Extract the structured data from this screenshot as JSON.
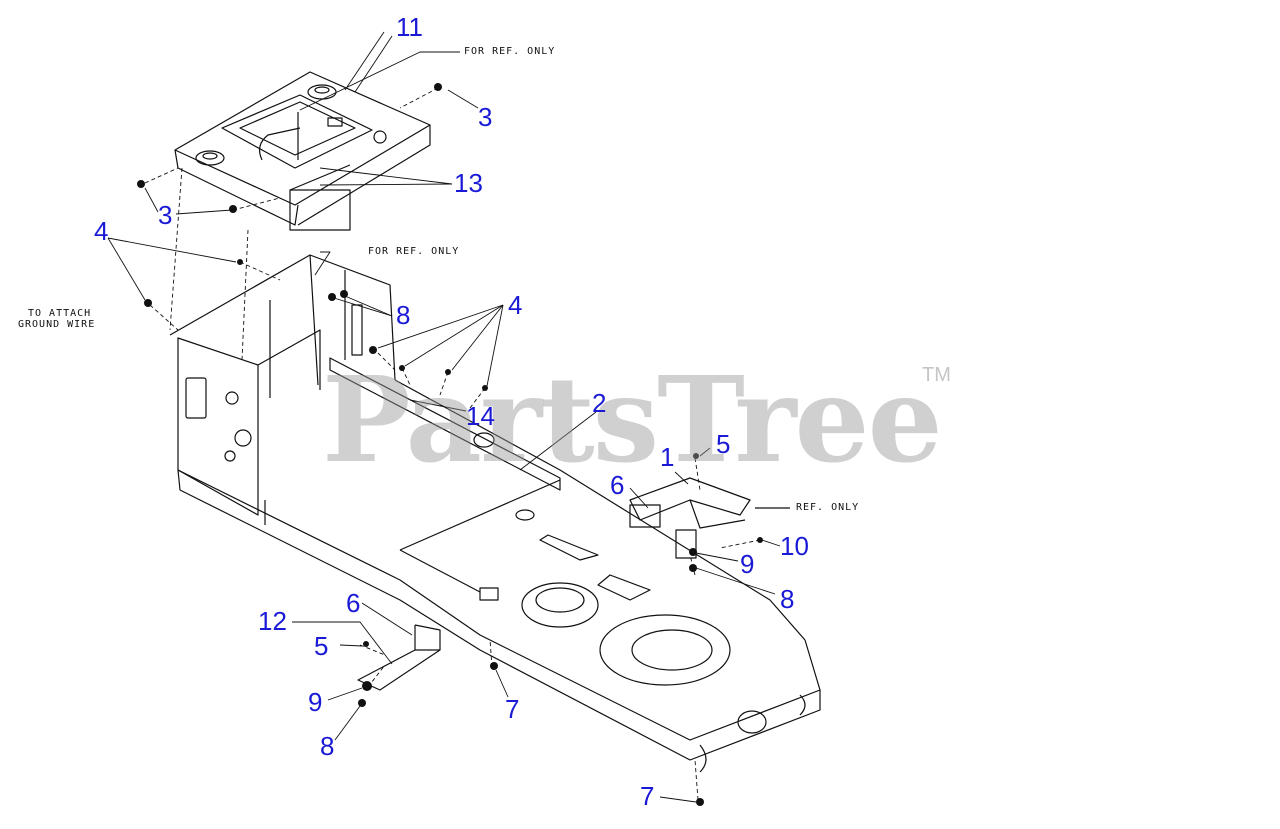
{
  "watermark": {
    "text": "PartsTree",
    "trademark": "TM"
  },
  "notes": {
    "for_ref_only_1": "FOR REF. ONLY",
    "for_ref_only_2": "FOR REF. ONLY",
    "ref_only": "REF. ONLY",
    "ground_wire_line1": "TO ATTACH",
    "ground_wire_line2": "GROUND WIRE"
  },
  "callouts": {
    "c11": "11",
    "c3a": "3",
    "c13": "13",
    "c3b": "3",
    "c4a": "4",
    "c8a": "8",
    "c4b": "4",
    "c14": "14",
    "c2": "2",
    "c5a": "5",
    "c1": "1",
    "c6a": "6",
    "c10": "10",
    "c9a": "9",
    "c8b": "8",
    "c12": "12",
    "c6b": "6",
    "c5b": "5",
    "c9b": "9",
    "c8c": "8",
    "c7a": "7",
    "c7b": "7"
  },
  "colors": {
    "callout": "#1a1ad6",
    "line_art": "#111111",
    "watermark": "#969696"
  }
}
